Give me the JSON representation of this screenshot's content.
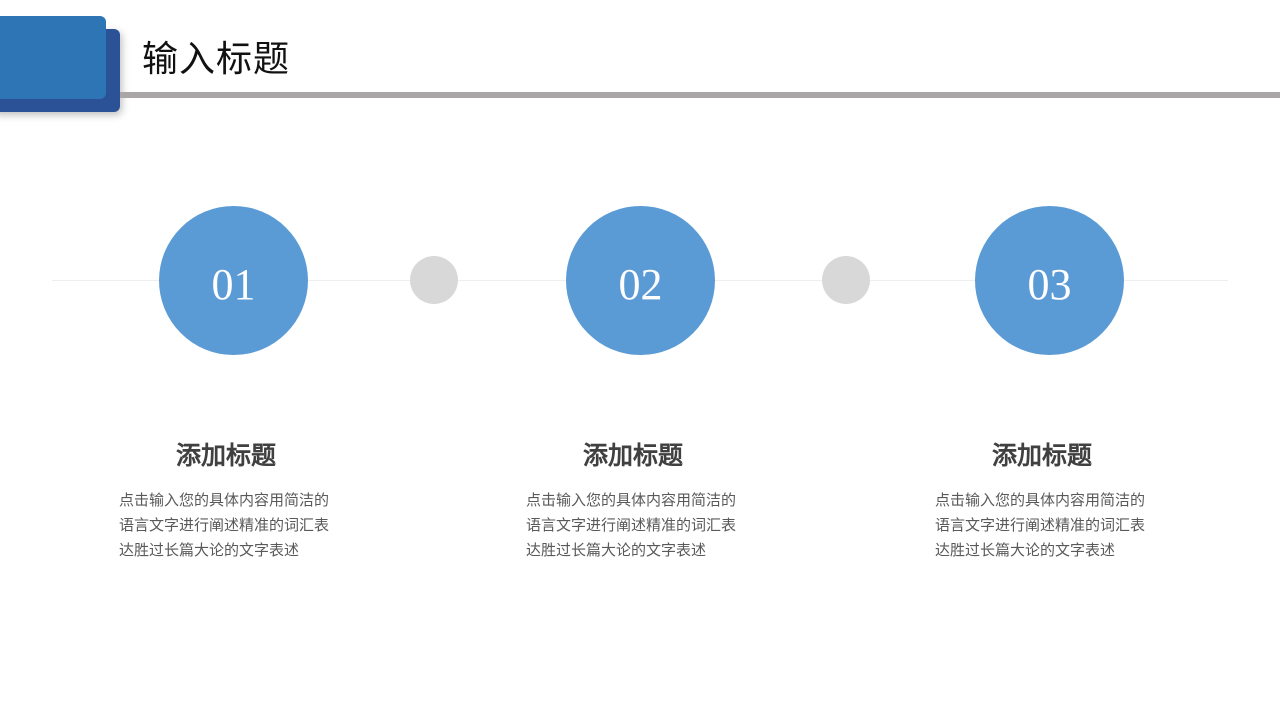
{
  "header": {
    "title": "输入标题",
    "accent_colors": {
      "front": "#2e75b6",
      "back": "#2b5297",
      "rule": "#aaa5a6"
    }
  },
  "steps": [
    {
      "number": "01",
      "title": "添加标题",
      "body_lines": [
        "点击输入您的具体内容用简洁的",
        "语言文字进行阐述精准的词汇表",
        "达胜过长篇大论的文字表述"
      ]
    },
    {
      "number": "02",
      "title": "添加标题",
      "body_lines": [
        "点击输入您的具体内容用简洁的",
        "语言文字进行阐述精准的词汇表",
        "达胜过长篇大论的文字表述"
      ]
    },
    {
      "number": "03",
      "title": "添加标题",
      "body_lines": [
        "点击输入您的具体内容用简洁的",
        "语言文字进行阐述精准的词汇表",
        "达胜过长篇大论的文字表述"
      ]
    }
  ],
  "colors": {
    "step_circle": "#5b9bd5",
    "connector_dot": "#d8d8d8",
    "title_text": "#404040",
    "body_text": "#595959"
  }
}
